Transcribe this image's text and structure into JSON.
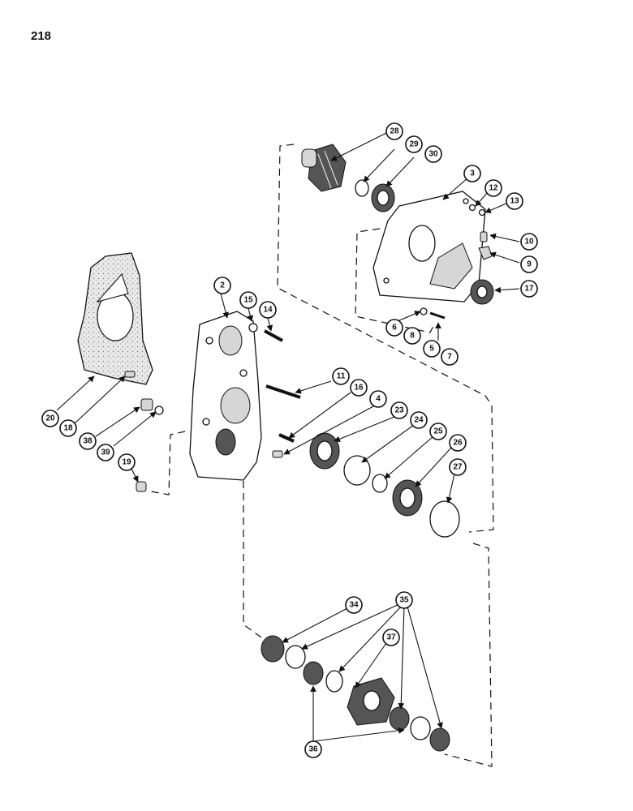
{
  "page": {
    "number": "218"
  },
  "callouts": [
    "2",
    "3",
    "4",
    "5",
    "6",
    "7",
    "8",
    "9",
    "10",
    "11",
    "12",
    "13",
    "14",
    "15",
    "16",
    "17",
    "18",
    "19",
    "20",
    "23",
    "24",
    "25",
    "26",
    "27",
    "28",
    "29",
    "30",
    "34",
    "35",
    "36",
    "37",
    "38",
    "39"
  ],
  "icons": [
    "gasket",
    "housing",
    "cover",
    "gear",
    "bearing",
    "seal",
    "snap-ring",
    "washer",
    "bolt",
    "stud",
    "fitting",
    "plug",
    "dowel-pin"
  ]
}
